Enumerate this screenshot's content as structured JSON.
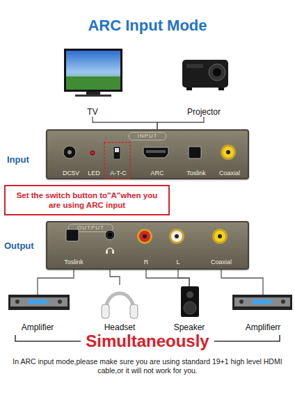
{
  "diagram": {
    "title": "ARC Input Mode",
    "caption": "In ARC input mode,please make sure you are using standard 19+1 high level HDMI cable,or it will not work for you.",
    "nodes": [
      {
        "text": [
          "TV"
        ]
      },
      {
        "text": [
          "Projector"
        ]
      },
      {
        "text": [
          "INPUT"
        ]
      },
      {
        "text": [
          "DC5V"
        ],
        "in": 2
      },
      {
        "text": [
          "LED"
        ],
        "in": 2
      },
      {
        "text": [
          "A-T-C"
        ],
        "in": 2
      },
      {
        "text": [
          "ARC"
        ],
        "in": 2
      },
      {
        "text": [
          "Toslink"
        ],
        "in": 2
      },
      {
        "text": [
          "Coaxial"
        ],
        "in": 2
      },
      {
        "text": [
          "Set the switch button to\"A\"when you are using ARC input"
        ]
      },
      {
        "text": [
          "OUTPUT"
        ]
      },
      {
        "text": [
          "Toslink"
        ],
        "in": 10
      },
      {
        "text": [
          "R"
        ],
        "in": 10
      },
      {
        "text": [
          "L"
        ],
        "in": 10
      },
      {
        "text": [
          "Coaxial"
        ],
        "in": 10
      },
      {
        "text": [
          "Amplifier"
        ]
      },
      {
        "text": [
          "Headset"
        ]
      },
      {
        "text": [
          "Speaker"
        ]
      },
      {
        "text": [
          "Amplifierr"
        ]
      }
    ],
    "edges": [
      {
        "from": 0,
        "to": 6,
        "arrow": "none"
      },
      {
        "from": 1,
        "to": 6,
        "arrow": "none"
      },
      {
        "from": 11,
        "to": 15,
        "arrow": "none"
      },
      {
        "from": 10,
        "to": 16,
        "arrow": "none"
      },
      {
        "from": 12,
        "to": 17,
        "arrow": "none"
      },
      {
        "from": 13,
        "to": 17,
        "arrow": "none"
      },
      {
        "from": 14,
        "to": 18,
        "arrow": "none"
      }
    ],
    "labels": [
      "Input",
      "Output",
      "Simultaneously"
    ]
  }
}
